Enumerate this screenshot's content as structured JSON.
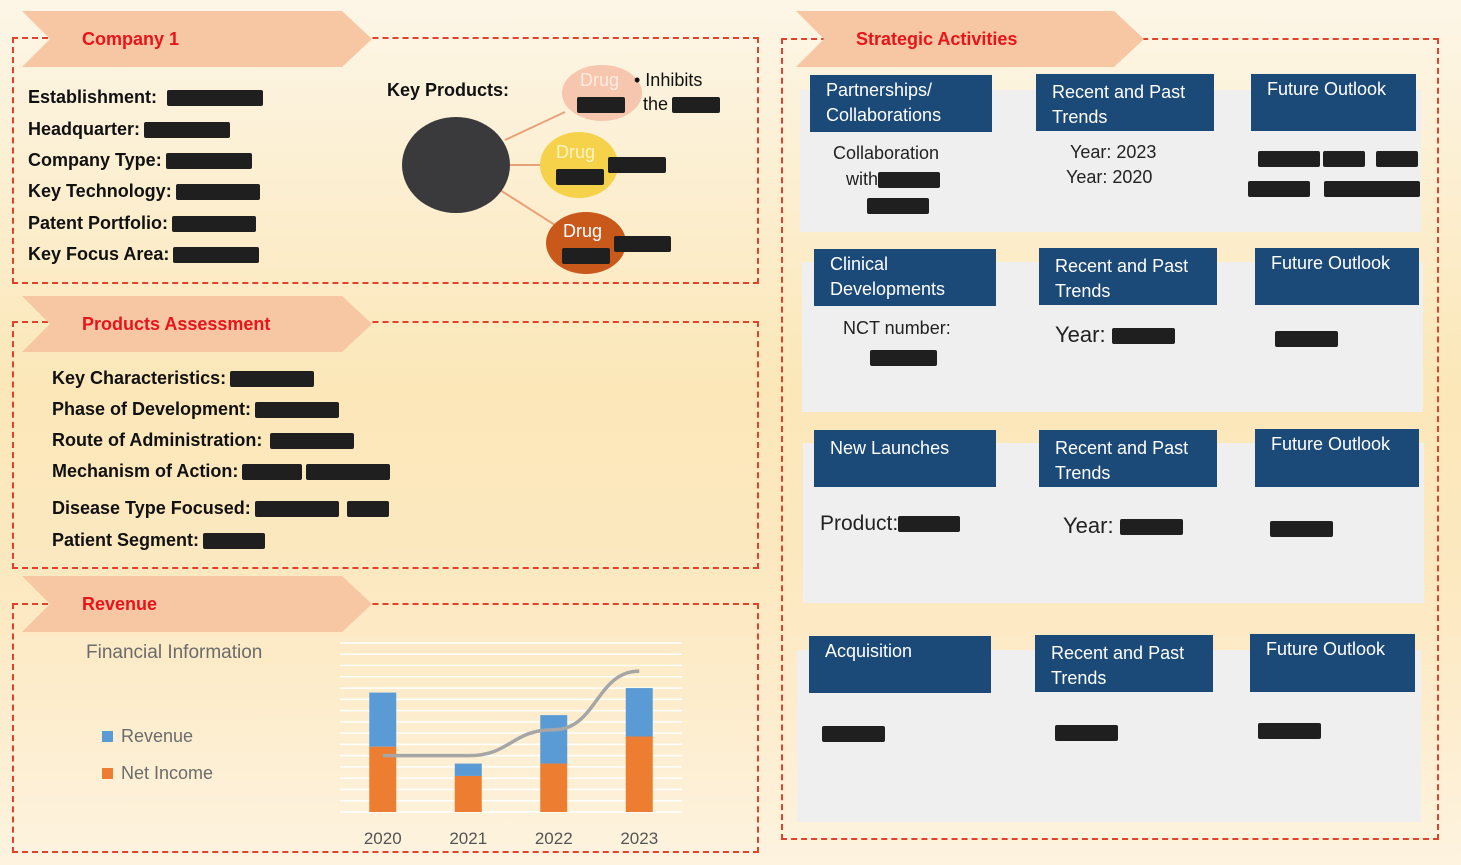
{
  "company": {
    "banner": "Company 1",
    "fields": [
      {
        "label": "Establishment:"
      },
      {
        "label": "Headquarter:"
      },
      {
        "label": "Company Type:"
      },
      {
        "label": "Key Technology:"
      },
      {
        "label": "Patent Portfolio:"
      },
      {
        "label": "Key Focus Area:"
      }
    ],
    "key_products_label": "Key Products:",
    "drug_label": "Drug",
    "inhibits_line1": "• Inhibits",
    "inhibits_line2": "the"
  },
  "products": {
    "banner": "Products Assessment",
    "fields": [
      {
        "label": "Key Characteristics:"
      },
      {
        "label": "Phase of Development:"
      },
      {
        "label": "Route of Administration:"
      },
      {
        "label": "Mechanism of Action:"
      },
      {
        "label": "Disease Type Focused:"
      },
      {
        "label": "Patient Segment:"
      }
    ]
  },
  "revenue": {
    "banner": "Revenue",
    "chart_title": "Financial Information",
    "legend": [
      {
        "name": "Revenue",
        "color": "#5b9bd5"
      },
      {
        "name": "Net Income",
        "color": "#ed7d31"
      }
    ]
  },
  "chart_data": {
    "type": "bar",
    "title": "Financial Information",
    "categories": [
      "2020",
      "2021",
      "2022",
      "2023"
    ],
    "series": [
      {
        "name": "Net Income",
        "color": "#ed7d31",
        "values": [
          58,
          32,
          43,
          67
        ]
      },
      {
        "name": "Revenue",
        "color": "#5b9bd5",
        "values": [
          48,
          11,
          43,
          43
        ]
      }
    ],
    "trend_line": {
      "color": "#a6a6a6",
      "values": [
        50,
        50,
        73,
        125
      ]
    },
    "ylim": [
      0,
      150
    ],
    "stacked": true,
    "grid": true
  },
  "strategic": {
    "banner": "Strategic Activities",
    "rows": [
      {
        "headers": [
          "Partnerships/ Collaborations",
          "Recent and Past Trends",
          "Future Outlook"
        ],
        "col1_lines": [
          "Collaboration",
          "with"
        ],
        "col2_lines": [
          "Year: 2023",
          "Year: 2020"
        ]
      },
      {
        "headers": [
          "Clinical Developments",
          "Recent and Past Trends",
          "Future Outlook"
        ],
        "col1_lines": [
          "NCT number:"
        ],
        "col2_lines": [
          "Year"
        ]
      },
      {
        "headers": [
          "New Launches",
          "Recent and Past Trends",
          "Future Outlook"
        ],
        "col1_lines": [
          "Product:"
        ],
        "col2_lines": [
          "Year"
        ]
      },
      {
        "headers": [
          "Acquisition",
          "Recent and Past Trends",
          "Future Outlook"
        ]
      }
    ]
  }
}
